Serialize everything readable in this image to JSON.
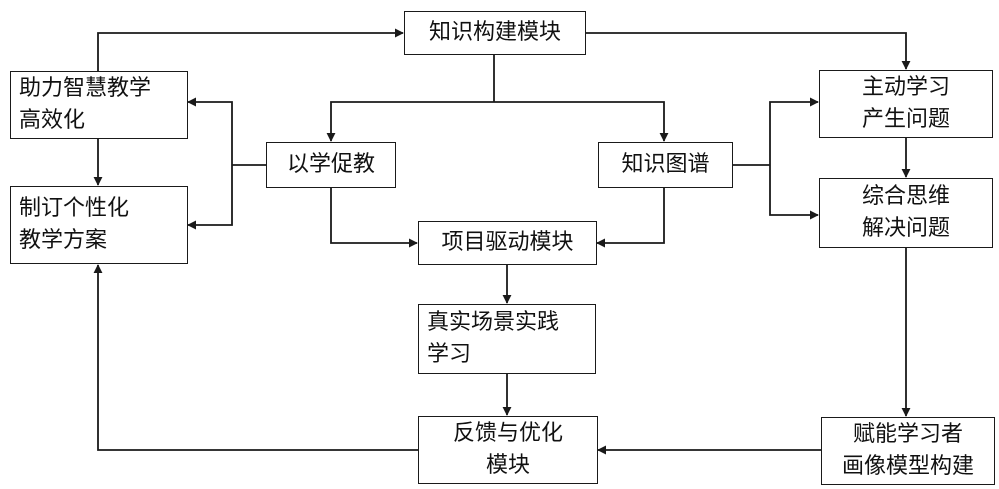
{
  "nodes": {
    "knowledge_build": {
      "lines": [
        "知识构建模块"
      ]
    },
    "smart_teaching": {
      "lines": [
        "助力智慧教学",
        "高效化"
      ]
    },
    "personalized_plan": {
      "lines": [
        "制订个性化",
        "教学方案"
      ]
    },
    "learn_promote_teach": {
      "lines": [
        "以学促教"
      ]
    },
    "knowledge_graph": {
      "lines": [
        "知识图谱"
      ]
    },
    "active_learning": {
      "lines": [
        "主动学习",
        "产生问题"
      ]
    },
    "integrated_thinking": {
      "lines": [
        "综合思维",
        "解决问题"
      ]
    },
    "project_driven": {
      "lines": [
        "项目驱动模块"
      ]
    },
    "real_scene": {
      "lines": [
        "真实场景实践",
        "学习"
      ]
    },
    "feedback_optimize": {
      "lines": [
        "反馈与优化",
        "模块"
      ]
    },
    "learner_profile": {
      "lines": [
        "赋能学习者",
        "画像模型构建"
      ]
    }
  },
  "colors": {
    "stroke": "#1a1a1a",
    "fill": "#ffffff",
    "text": "#111111"
  }
}
